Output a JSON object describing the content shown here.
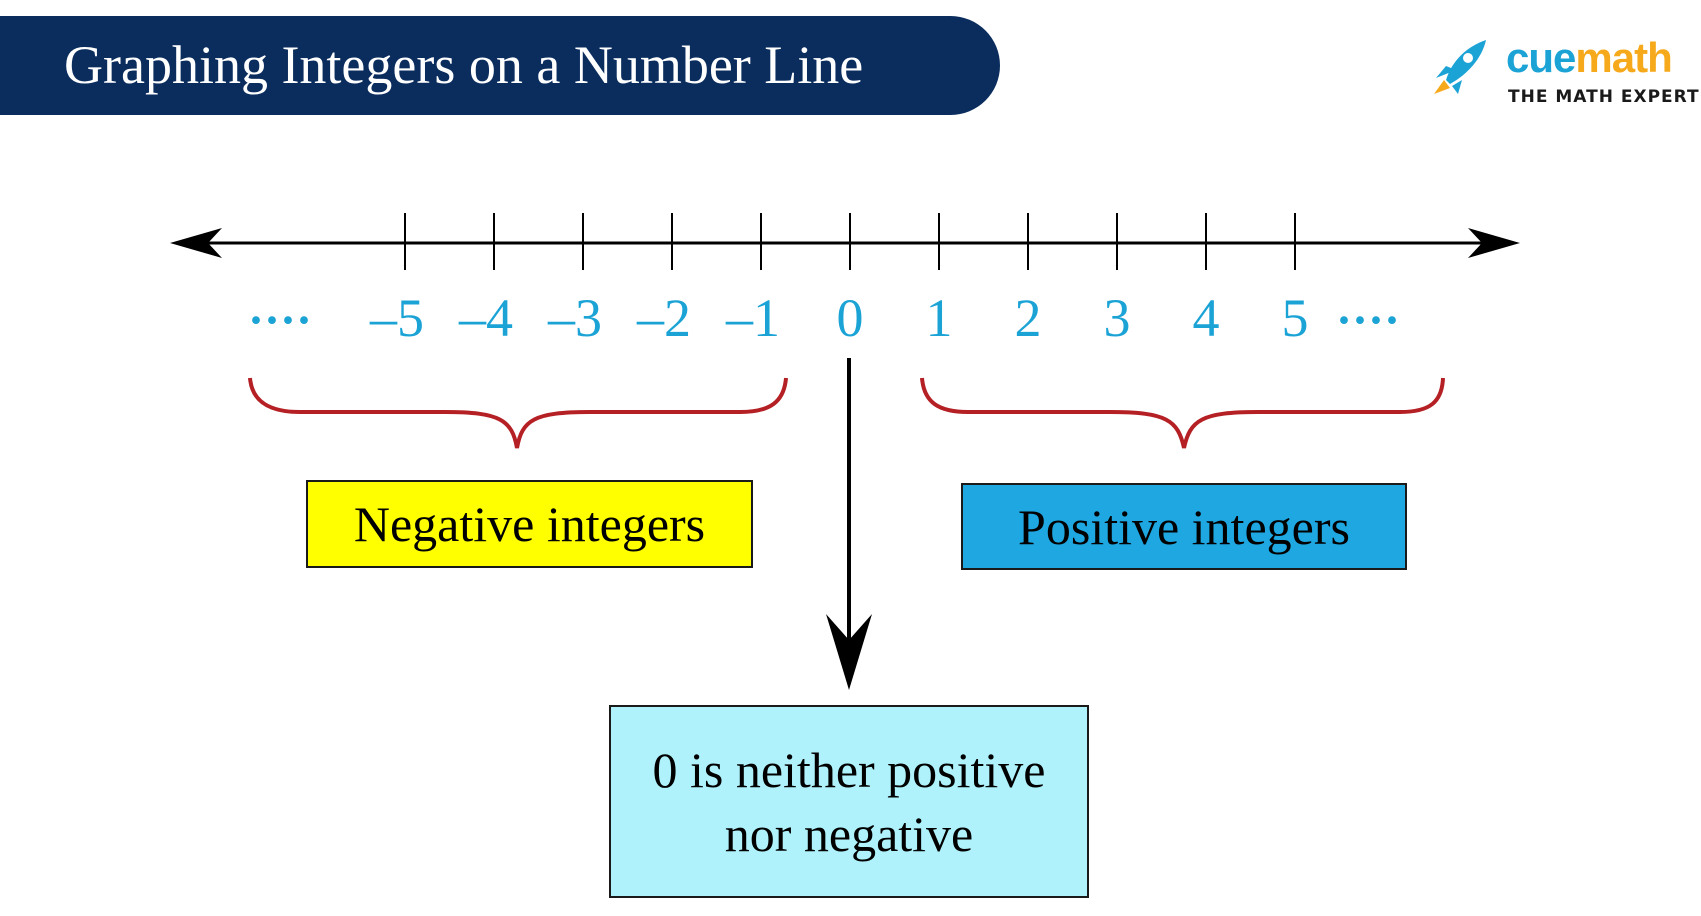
{
  "title": "Graphing Integers on a Number Line",
  "logo": {
    "word_cue": "cue",
    "word_math": "math",
    "tagline": "THE MATH EXPERT",
    "icon": "rocket-icon",
    "colors": {
      "cue": "#1ba3d6",
      "math": "#f6a91b"
    }
  },
  "number_line": {
    "tick_values": [
      -5,
      -4,
      -3,
      -2,
      -1,
      0,
      1,
      2,
      3,
      4,
      5
    ],
    "tick_labels": [
      "–5",
      "–4",
      "–3",
      "–2",
      "–1",
      "0",
      "1",
      "2",
      "3",
      "4",
      "5"
    ],
    "ellipsis_left": "····",
    "ellipsis_right": "····",
    "label_color": "#1ba3d6",
    "brace_color": "#b52025"
  },
  "labels": {
    "negative": "Negative integers",
    "positive": "Positive integers",
    "zero_line1": "0 is neither positive",
    "zero_line2": "nor negative"
  },
  "colors": {
    "title_bar": "#0b2d5e",
    "negative_box": "#ffff00",
    "positive_box": "#1ea7e1",
    "zero_box": "#aff2fb"
  }
}
